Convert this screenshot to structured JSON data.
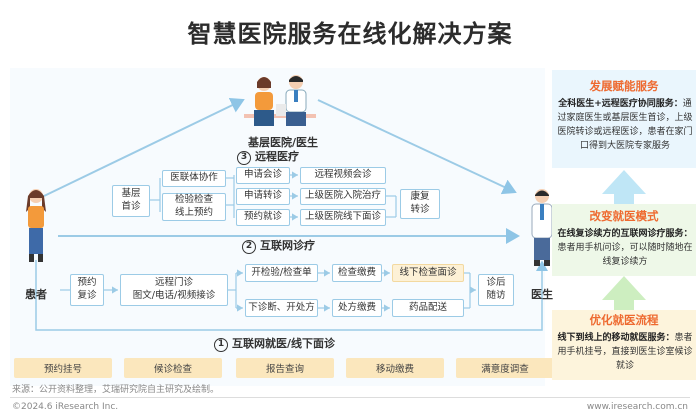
{
  "title": "智慧医院服务在线化解决方案",
  "actors": {
    "patient": "患者",
    "doctor": "医生",
    "grassroots": "基层医院/医生"
  },
  "stages": {
    "s1": {
      "num": "1",
      "label": "互联网就医/线下面诊"
    },
    "s2": {
      "num": "2",
      "label": "互联网诊疗"
    },
    "s3": {
      "num": "3",
      "label": "远程医疗"
    }
  },
  "remote": {
    "grassroots_first": "基层\n首诊",
    "alliance": "医联体协作",
    "exam_booking": "检验检查\n线上预约",
    "consult": "申请会诊",
    "referral": "申请转诊",
    "book_transfer": "预约就诊",
    "video_consult": "远程视频会诊",
    "admission": "上级医院入院治疗",
    "offline_visit": "上级医院线下面诊",
    "rehab": "康复\n转诊"
  },
  "internet": {
    "book_revisit": "预约\n复诊",
    "remote_clinic": "远程门诊\n图文/电话/视频接诊",
    "order_exam": "开检验/检查单",
    "pay_exam": "检查缴费",
    "offline_exam": "线下检查面诊",
    "diagnose_rx": "下诊断、开处方",
    "pay_rx": "处方缴费",
    "delivery": "药品配送",
    "followup": "诊后\n随访"
  },
  "bottom_tags": [
    "预约挂号",
    "候诊检查",
    "报告查询",
    "移动缴费",
    "满意度调查"
  ],
  "right_panel": {
    "p1": {
      "title": "发展赋能服务",
      "bold": "全科医生+远程医疗协同服务：",
      "text": "通过家庭医生或基层医生首诊，上级医院转诊或远程医诊，患者在家门口得到大医院专家服务"
    },
    "p2": {
      "title": "改变就医模式",
      "bold": "在线复诊续方的互联网诊疗服务：",
      "text": "患者用手机问诊，可以随时随地在线复诊续方"
    },
    "p3": {
      "title": "优化就医流程",
      "bold": "线下到线上的移动就医服务：",
      "text": "患者用手机挂号，直接到医生诊室候诊就诊"
    }
  },
  "source": "来源：公开资料整理，艾瑞研究院自主研究及绘制。",
  "copyright": "©2024.6 iResearch Inc.",
  "website": "www.iresearch.com.cn",
  "colors": {
    "accent": "#ee6a30",
    "line_blue": "#9ccbe6",
    "panel_blue": "#eaf6fd",
    "panel_green": "#eef8e8",
    "panel_yellow": "#fdf4dc",
    "tag_yellow": "#fbe7bd"
  }
}
